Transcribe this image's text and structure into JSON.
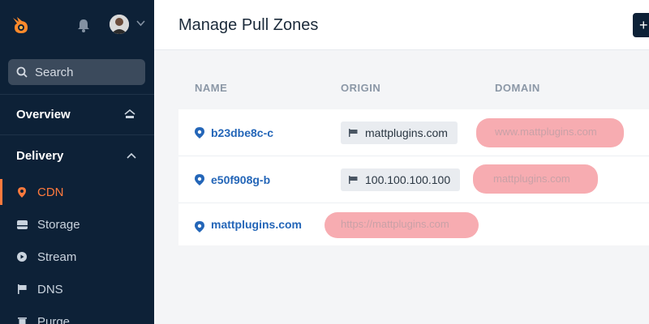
{
  "sidebar": {
    "search_label": "Search",
    "sections": {
      "overview": "Overview",
      "delivery": "Delivery"
    },
    "items": [
      {
        "label": "CDN",
        "icon": "location-pin-icon",
        "active": true
      },
      {
        "label": "Storage",
        "icon": "storage-icon",
        "active": false
      },
      {
        "label": "Stream",
        "icon": "play-icon",
        "active": false
      },
      {
        "label": "DNS",
        "icon": "flag-icon",
        "active": false
      },
      {
        "label": "Purge",
        "icon": "trash-icon",
        "active": false
      }
    ]
  },
  "header": {
    "title": "Manage Pull Zones",
    "add_label": "+"
  },
  "table": {
    "columns": [
      "NAME",
      "ORIGIN",
      "DOMAIN"
    ],
    "rows": [
      {
        "name": "b23dbe8c-c",
        "origin": "mattplugins.com",
        "domain": "www.mattplugins.com"
      },
      {
        "name": "e50f908g-b",
        "origin": "100.100.100.100",
        "domain": "mattplugins.com"
      },
      {
        "name": "mattplugins.com",
        "origin": "https://mattplugins.com",
        "domain": ""
      }
    ]
  },
  "colors": {
    "sidebar_bg": "#0d2137",
    "accent": "#ff7a3d",
    "link": "#2466b8",
    "redaction": "#f7a8ad"
  }
}
